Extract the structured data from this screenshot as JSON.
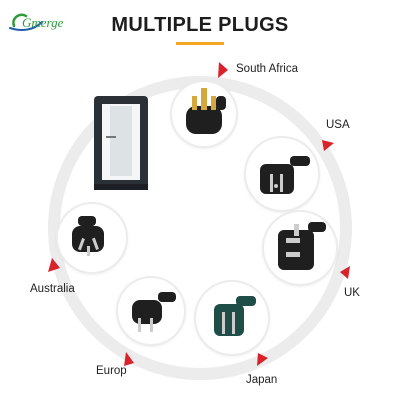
{
  "brand": {
    "logo_text": "Gmerge"
  },
  "title": "MULTIPLE PLUGS",
  "colors": {
    "accent": "#f5a623",
    "arrow": "#d9222a",
    "ring": "#ececec",
    "brand_green": "#2f9a3c",
    "brand_blue": "#1d5fa8"
  },
  "regions": [
    {
      "id": "south-africa",
      "label": "South Africa"
    },
    {
      "id": "usa",
      "label": "USA"
    },
    {
      "id": "uk",
      "label": "UK"
    },
    {
      "id": "japan",
      "label": "Japan"
    },
    {
      "id": "europe",
      "label": "Europ"
    },
    {
      "id": "australia",
      "label": "Australia"
    }
  ],
  "product": {
    "icon": "phone-booth-icon"
  }
}
